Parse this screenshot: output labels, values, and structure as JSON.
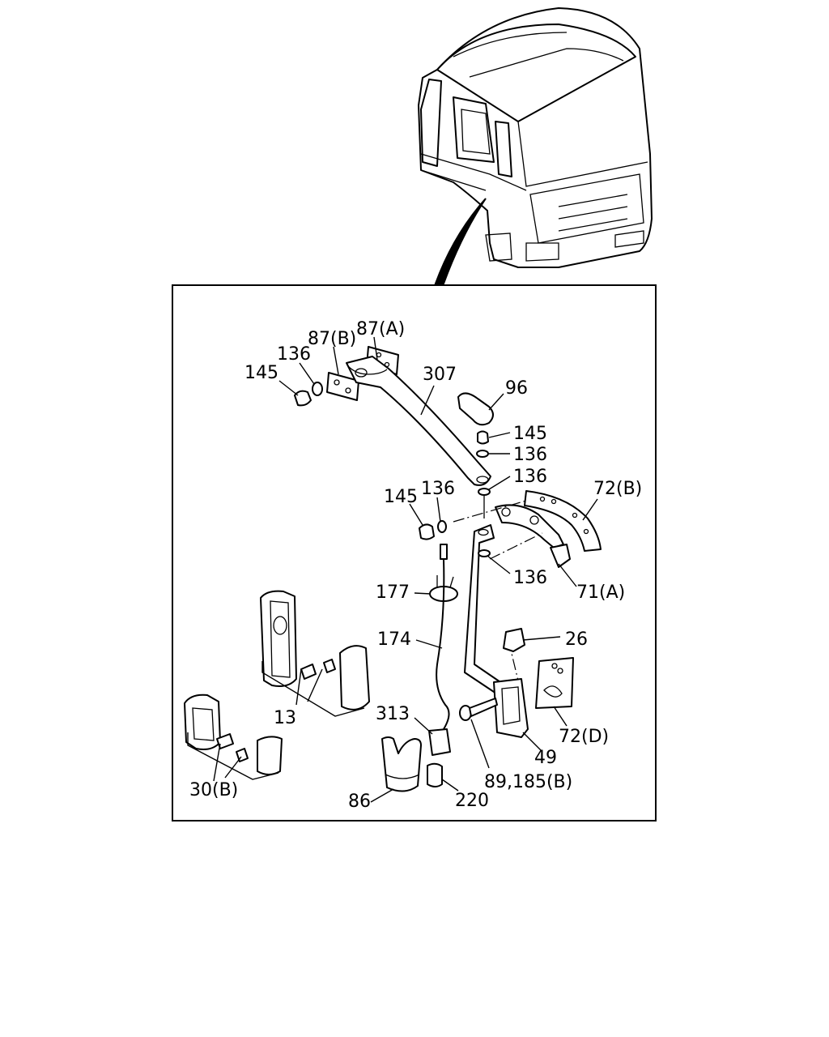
{
  "callouts": {
    "c87a": "87(A)",
    "c87b": "87(B)",
    "c136_top": "136",
    "c145_top": "145",
    "c307": "307",
    "c96": "96",
    "c145_r": "145",
    "c136_r1": "136",
    "c136_r2": "136",
    "c72b": "72(B)",
    "c145_m": "145",
    "c136_m": "136",
    "c136_r3": "136",
    "c71a": "71(A)",
    "c177": "177",
    "c174": "174",
    "c26": "26",
    "c13": "13",
    "c313": "313",
    "c72d": "72(D)",
    "c49": "49",
    "c30b": "30(B)",
    "c89_185b": "89,185(B)",
    "c86": "86",
    "c220": "220"
  }
}
